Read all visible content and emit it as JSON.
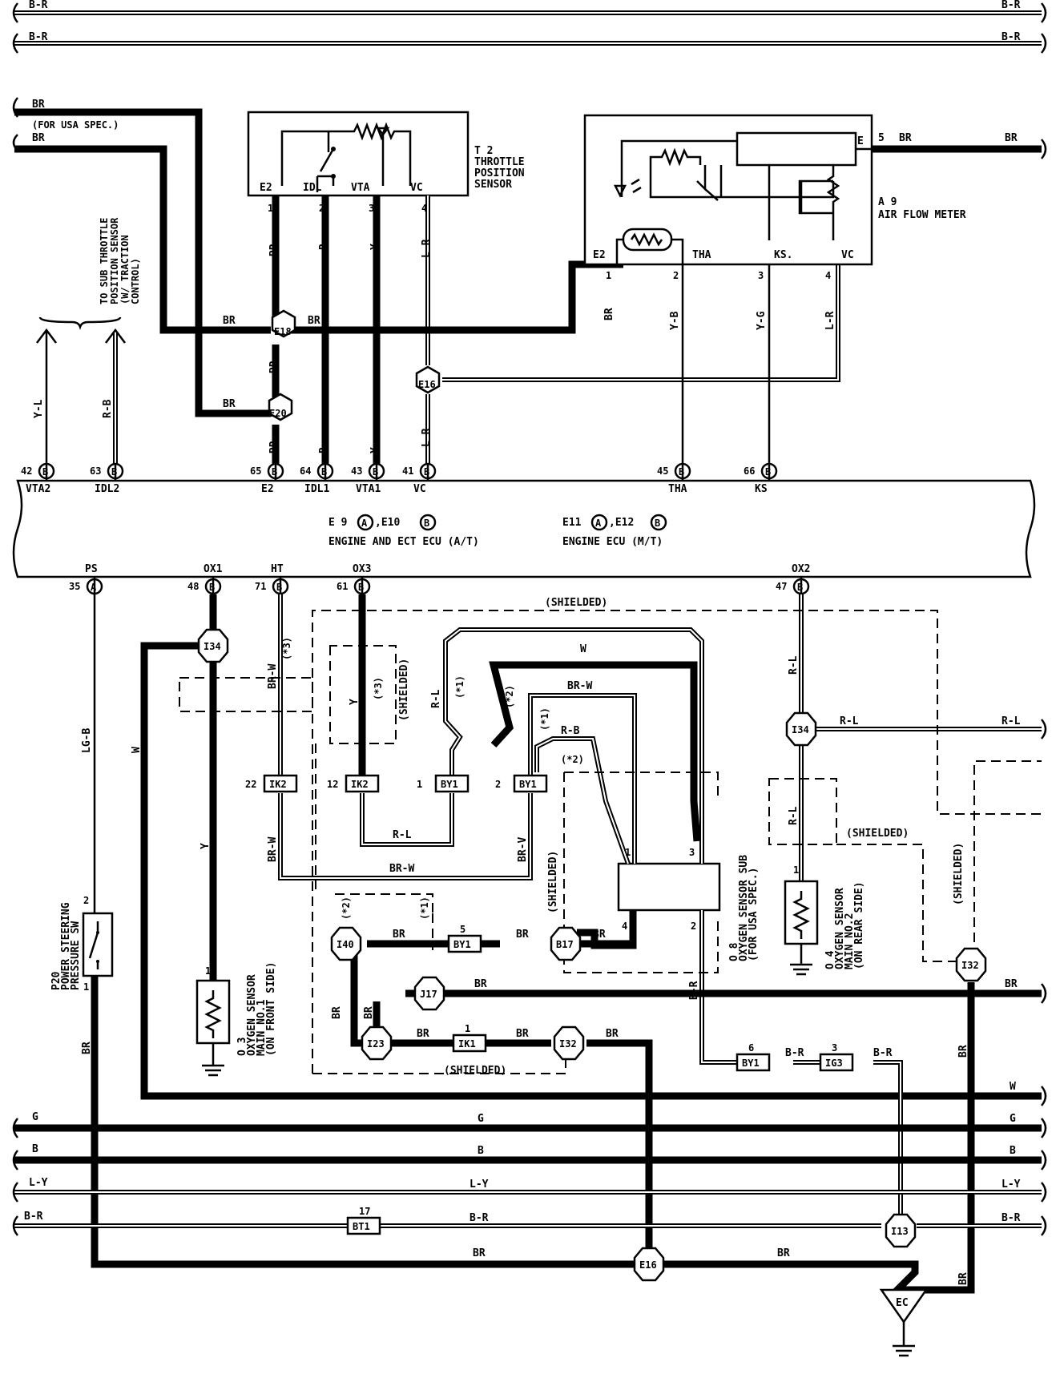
{
  "bus": {
    "top1": "B-R",
    "top2": "B-R",
    "g": "G",
    "b": "B",
    "ly": "L-Y",
    "br": "B-R",
    "w": "W"
  },
  "labels": {
    "br": "BR",
    "for_usa": "(FOR USA SPEC.)",
    "sub_throttle": [
      "TO SUB THROTTLE",
      "POSITION SENSOR",
      "(W/ TRACTION",
      "CONTROL)"
    ],
    "yl": "Y-L",
    "rb": "R-B",
    "r": "R",
    "y": "Y",
    "lr": "L-R",
    "yb": "Y-B",
    "yg": "Y-G",
    "rl": "R-L",
    "brw": "BR-W",
    "brv": "BR-V",
    "lgb": "LG-B",
    "w": "W",
    "br_": "B-R",
    "shielded": "(SHIELDED)",
    "shielded2": "SHIELDED",
    "star1": "(*1)",
    "star2": "(*2)",
    "star3": "(*3)"
  },
  "components": {
    "t2": {
      "id": "T 2",
      "name": [
        "THROTTLE",
        "POSITION",
        "SENSOR"
      ],
      "pins": [
        "E2",
        "IDL",
        "VTA",
        "VC"
      ],
      "nums": [
        "1",
        "2",
        "3",
        "4"
      ]
    },
    "a9": {
      "id": "A 9",
      "name": "AIR FLOW METER",
      "pins": [
        "E2",
        "THA",
        "KS.",
        "VC"
      ],
      "nums": [
        "1",
        "2",
        "3",
        "4"
      ],
      "e": "E",
      "epin": "5"
    },
    "ecu": {
      "line1a": "E 9",
      "a": "A",
      "line1b": ",E10",
      "b": "B",
      "line2": "ENGINE AND ECT ECU (A/T)",
      "line3a": "E11",
      "line3b": ",E12",
      "line4": "ENGINE ECU (M/T)"
    },
    "p20": {
      "pin": "2",
      "pin2": "1",
      "name": [
        "P20",
        "POWER STEERING",
        "PRESSURE SW"
      ]
    },
    "o3": {
      "pin": "1",
      "name": [
        "O 3",
        "OXYGEN SENSOR",
        "MAIN NO.1",
        "(ON FRONT SIDE)"
      ]
    },
    "o4": {
      "pin": "1",
      "name": [
        "O 4",
        "OXYGEN SENSOR",
        "MAIN NO.2",
        "(ON REAR SIDE)"
      ]
    },
    "o8": {
      "pins": [
        "1",
        "3",
        "4",
        "2"
      ],
      "name": [
        "O 8",
        "OXYGEN SENSOR SUB",
        "(FOR USA SPEC.)"
      ]
    }
  },
  "ecu_top_pins": [
    {
      "num": "42",
      "conn": "B",
      "name": "VTA2"
    },
    {
      "num": "63",
      "conn": "B",
      "name": "IDL2"
    },
    {
      "num": "65",
      "conn": "B",
      "name": "E2"
    },
    {
      "num": "64",
      "conn": "B",
      "name": "IDL1"
    },
    {
      "num": "43",
      "conn": "B",
      "name": "VTA1"
    },
    {
      "num": "41",
      "conn": "B",
      "name": "VC"
    },
    {
      "num": "45",
      "conn": "B",
      "name": "THA"
    },
    {
      "num": "66",
      "conn": "B",
      "name": "KS"
    }
  ],
  "ecu_bottom_pins": [
    {
      "num": "35",
      "conn": "A",
      "name": "PS"
    },
    {
      "num": "48",
      "conn": "B",
      "name": "OX1"
    },
    {
      "num": "71",
      "conn": "B",
      "name": "HT"
    },
    {
      "num": "61",
      "conn": "B",
      "name": "OX3"
    },
    {
      "num": "47",
      "conn": "B",
      "name": "OX2"
    }
  ],
  "junctions": [
    "E18",
    "E20",
    "E16",
    "I34",
    "I34",
    "I40",
    "B17",
    "J17",
    "I23",
    "I32",
    "I32",
    "I13",
    "E16"
  ],
  "connectors": [
    {
      "pin": "22",
      "id": "IK2"
    },
    {
      "pin": "12",
      "id": "IK2"
    },
    {
      "pin": "1",
      "id": "BY1"
    },
    {
      "pin": "2",
      "id": "BY1"
    },
    {
      "pin": "5",
      "id": "BY1"
    },
    {
      "pin": "1",
      "id": "IK1"
    },
    {
      "pin": "6",
      "id": "BY1"
    },
    {
      "pin": "3",
      "id": "IG3"
    },
    {
      "pin": "17",
      "id": "BT1"
    }
  ],
  "ground": "EC"
}
